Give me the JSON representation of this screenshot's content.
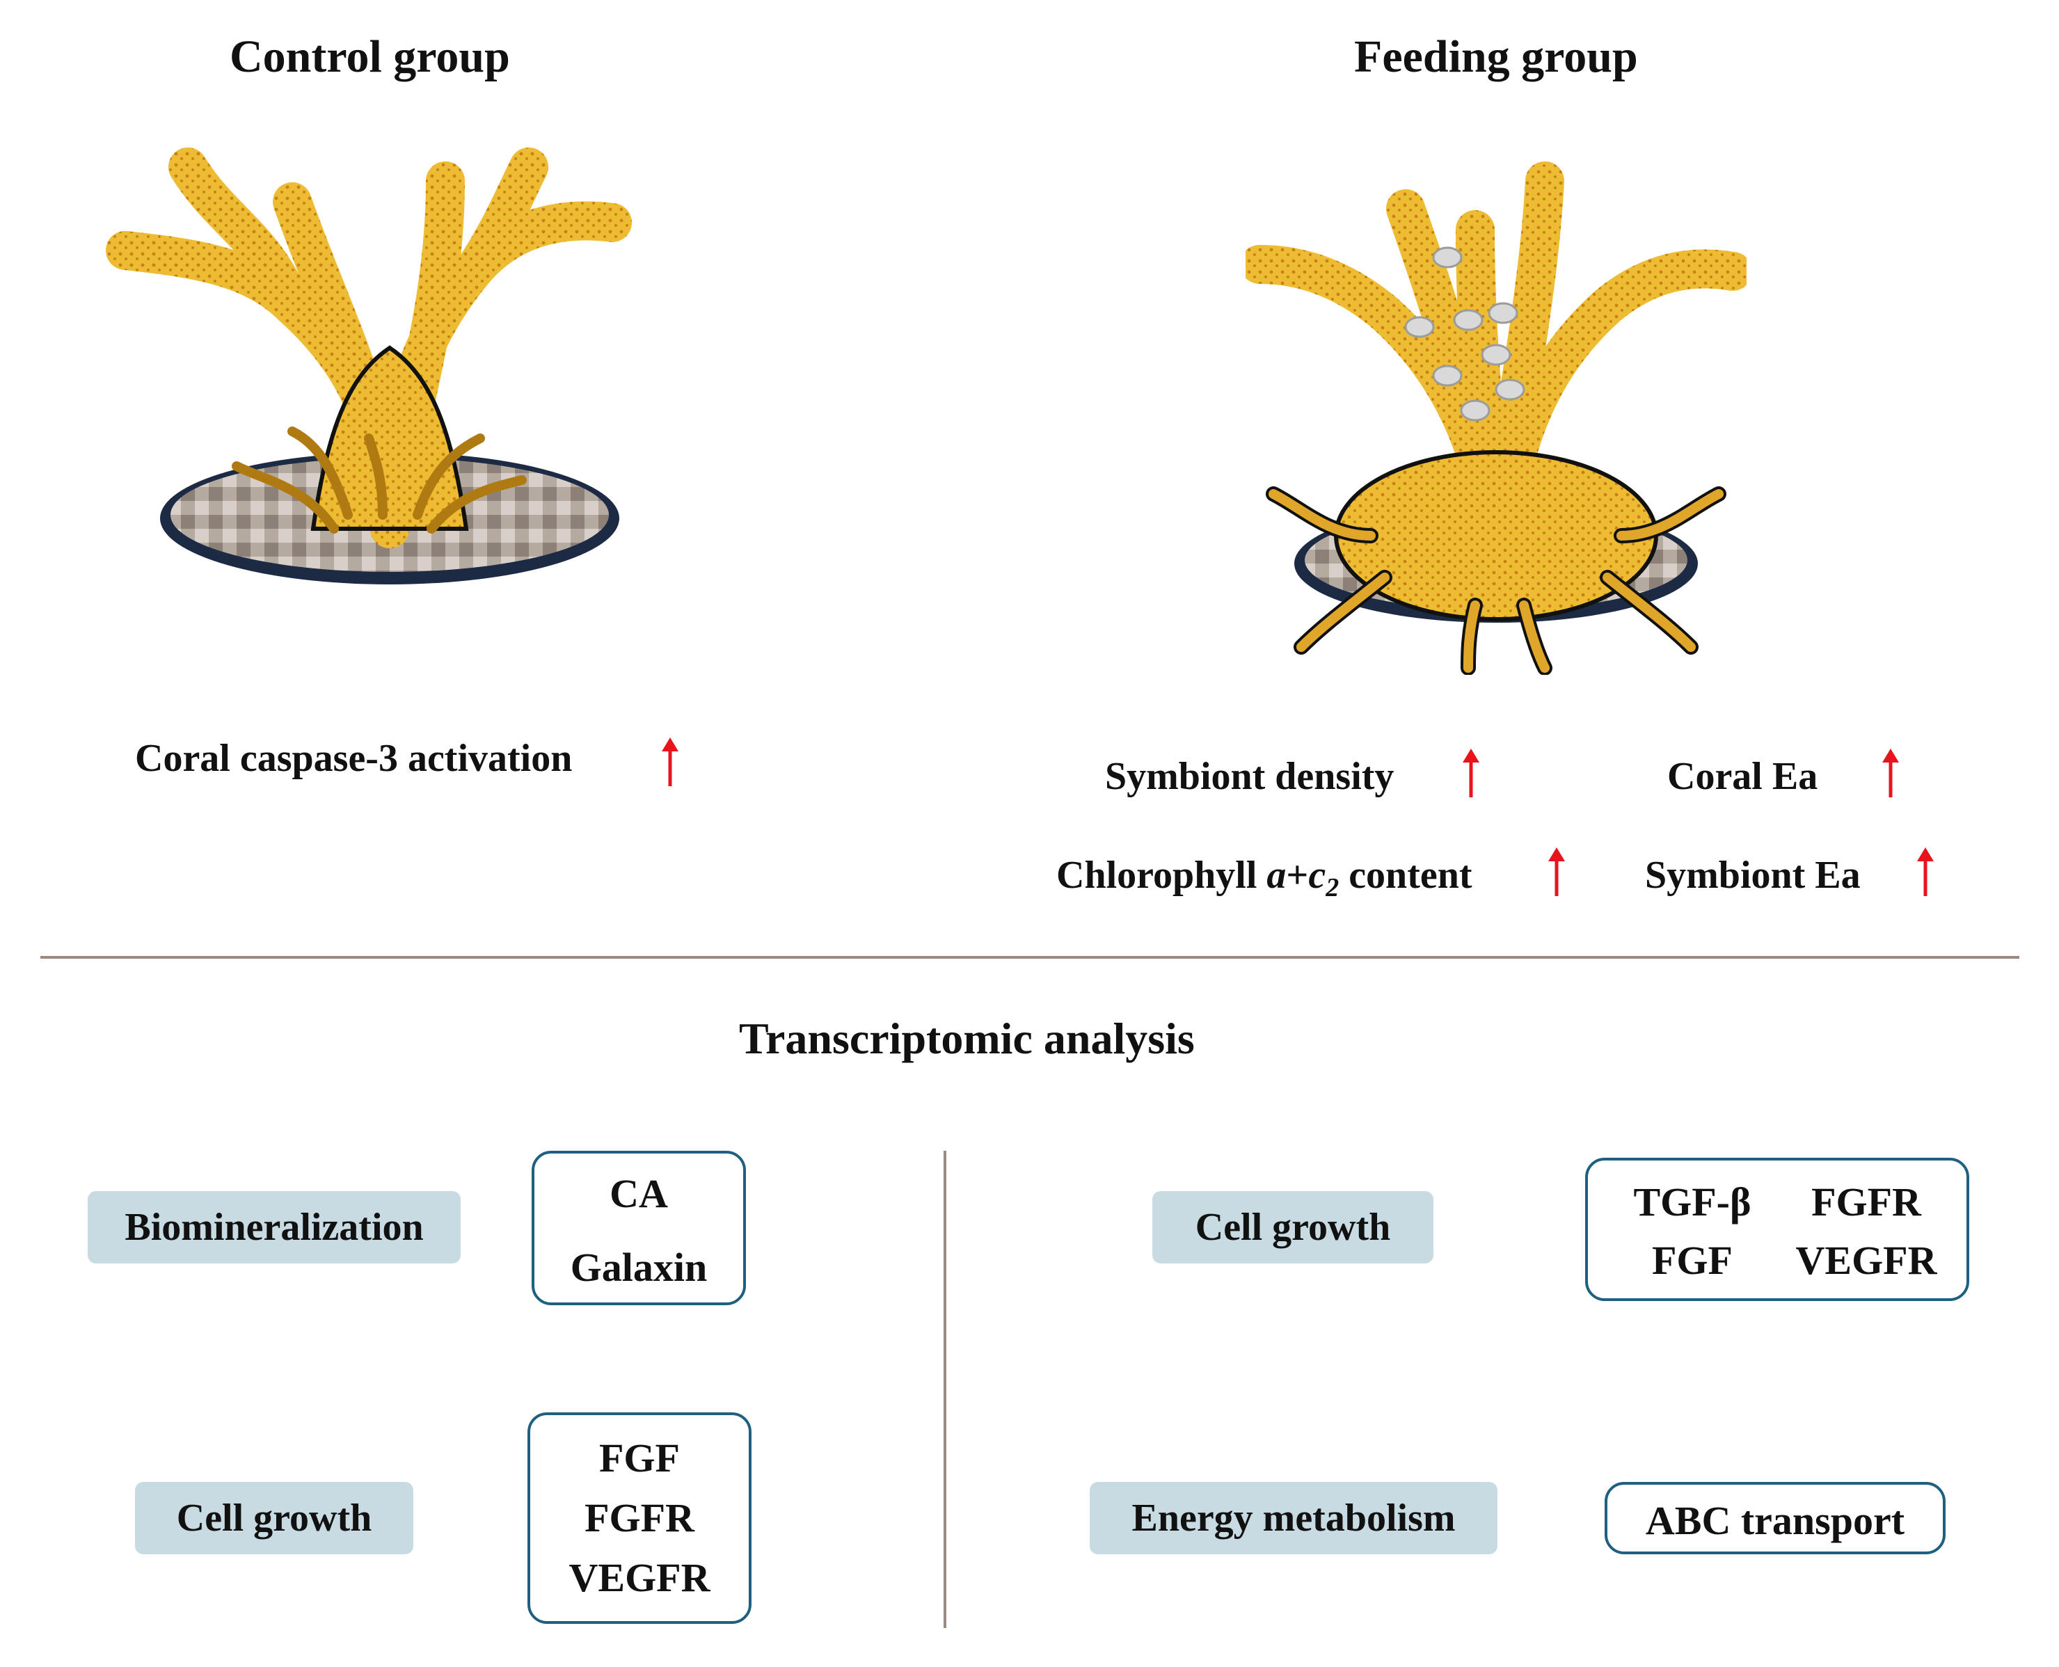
{
  "panels": {
    "control": {
      "title": "Control group",
      "effect_label": "Coral caspase-3 activation",
      "effect_direction": "up"
    },
    "feeding": {
      "title": "Feeding group",
      "effects": [
        {
          "label": "Symbiont density",
          "direction": "up"
        },
        {
          "label": "Coral Ea",
          "direction": "up"
        },
        {
          "label_prefix": "Chlorophyll ",
          "label_a": "a",
          "label_plus": "+",
          "label_c": "c",
          "label_sub": "2",
          "label_suffix": " content",
          "direction": "up"
        },
        {
          "label": "Symbiont Ea",
          "direction": "up"
        }
      ]
    }
  },
  "transcriptomic": {
    "title": "Transcriptomic analysis",
    "control": [
      {
        "category": "Biomineralization",
        "genes": [
          "CA",
          "Galaxin"
        ]
      },
      {
        "category": "Cell growth",
        "genes": [
          "FGF",
          "FGFR",
          "VEGFR"
        ]
      }
    ],
    "feeding": [
      {
        "category": "Cell growth",
        "genes": [
          "TGF-β",
          "FGFR",
          "FGF",
          "VEGFR"
        ]
      },
      {
        "category": "Energy metabolism",
        "genes": [
          "ABC transport"
        ]
      }
    ]
  },
  "colors": {
    "arrow": "#e8141c",
    "pill": "#c9dbe2",
    "box_border": "#1f5f80",
    "coral": "#e8b02a",
    "divider": "#9a8a82"
  }
}
